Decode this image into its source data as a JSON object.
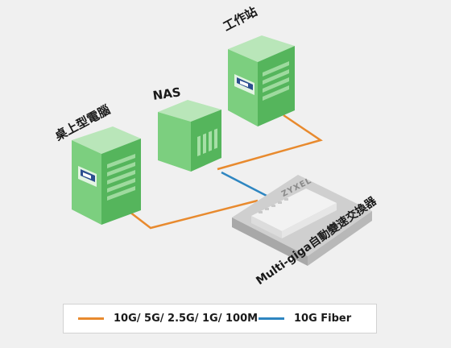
{
  "labels": {
    "desktop": "桌上型電腦",
    "nas": "NAS",
    "workstation": "工作站",
    "switch": "Multi-giga自動變速交換器",
    "brand": "ZYXEL"
  },
  "legend": {
    "copper_label": "10G/ 5G/ 2.5G/ 1G/ 100M",
    "fiber_label": "10G Fiber"
  },
  "colors": {
    "background": "#f0f0f0",
    "copper_link": "#e88a2e",
    "fiber_link": "#2e86c1",
    "device_green": "#7ccf7f",
    "device_green_dark": "#4fae58",
    "switch_gray": "#d8d8d8"
  },
  "icons": [
    "desktop-tower-icon",
    "nas-box-icon",
    "workstation-tower-icon",
    "network-switch-icon"
  ]
}
